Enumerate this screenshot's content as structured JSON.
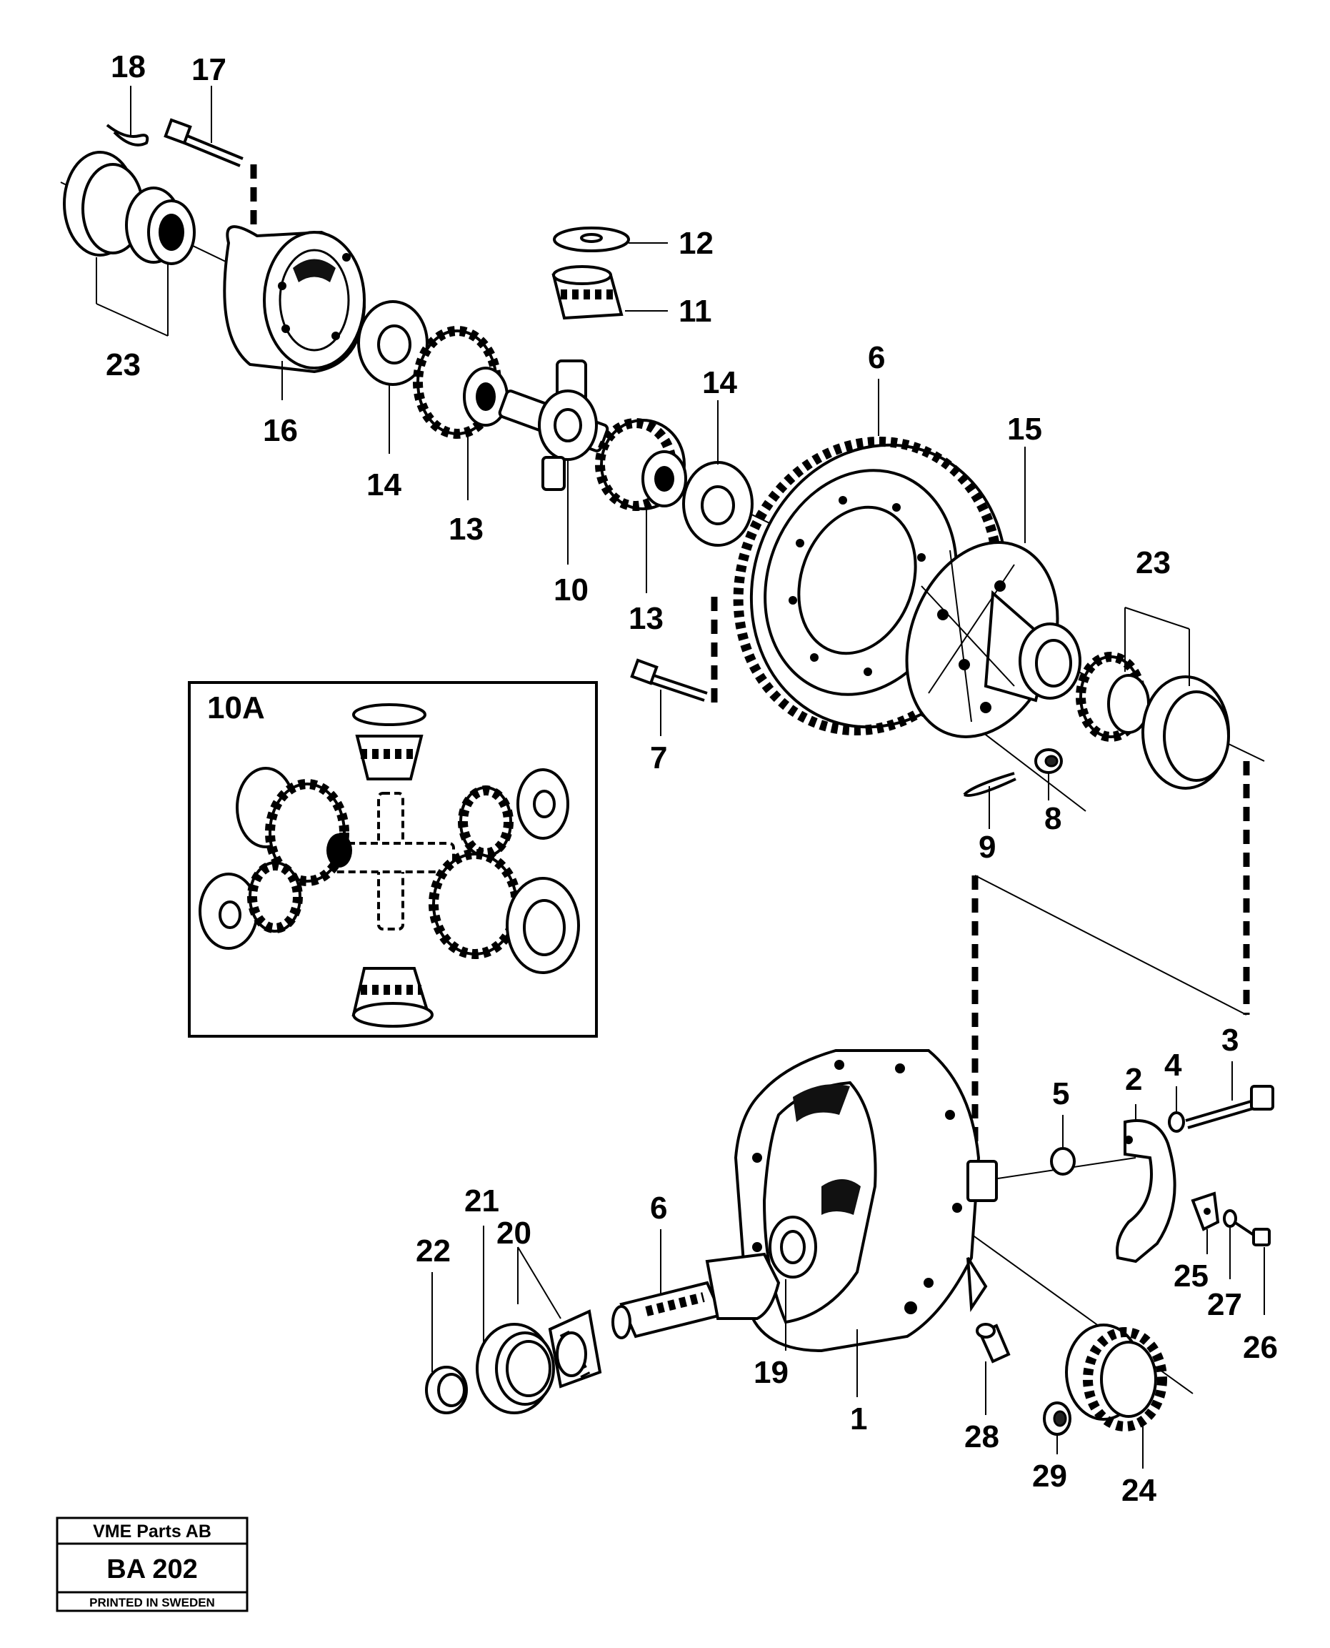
{
  "callouts": {
    "c18": "18",
    "c17": "17",
    "c12": "12",
    "c11": "11",
    "c6_top": "6",
    "c14_right": "14",
    "c15": "15",
    "c23_left": "23",
    "c16": "16",
    "c14_left": "14",
    "c13_left": "13",
    "c10": "10",
    "c13_right": "13",
    "c23_right": "23",
    "c7": "7",
    "c9": "9",
    "c8": "8",
    "c5": "5",
    "c2": "2",
    "c4": "4",
    "c3": "3",
    "c21": "21",
    "c20": "20",
    "c6_bottom": "6",
    "c22": "22",
    "c19": "19",
    "c1": "1",
    "c28": "28",
    "c29": "29",
    "c24": "24",
    "c25": "25",
    "c27": "27",
    "c26": "26"
  },
  "inset": {
    "label": "10A"
  },
  "title_block": {
    "company": "VME Parts AB",
    "code": "BA 202",
    "printed": "PRINTED IN SWEDEN"
  }
}
